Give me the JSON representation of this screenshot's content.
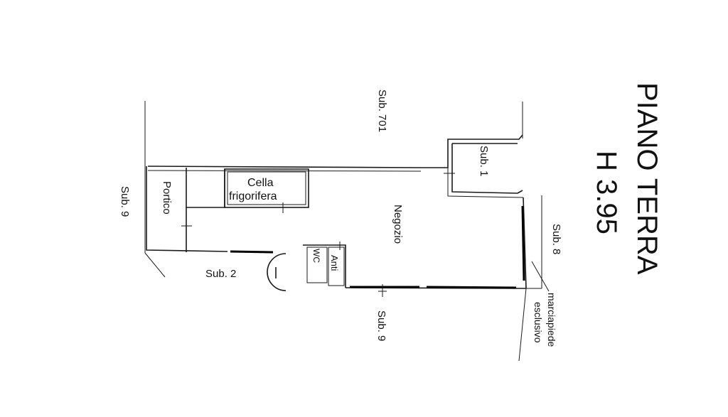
{
  "floor": {
    "title": "PIANO TERRA",
    "height": "H 3.95"
  },
  "labels": {
    "sub_701": "Sub. 701",
    "sub_1": "Sub. 1",
    "sub_9_left": "Sub. 9",
    "sub_9_bottom": "Sub. 9",
    "sub_2": "Sub. 2",
    "sub_8": "Sub. 8",
    "porticato": "Portico",
    "cella_line1": "Cella",
    "cella_line2": "frigorifera",
    "negozio": "Negozio",
    "anti": "Anti",
    "wc": "WC",
    "marciapiede": "marciapiede",
    "esclusivo": "esclusivo"
  }
}
